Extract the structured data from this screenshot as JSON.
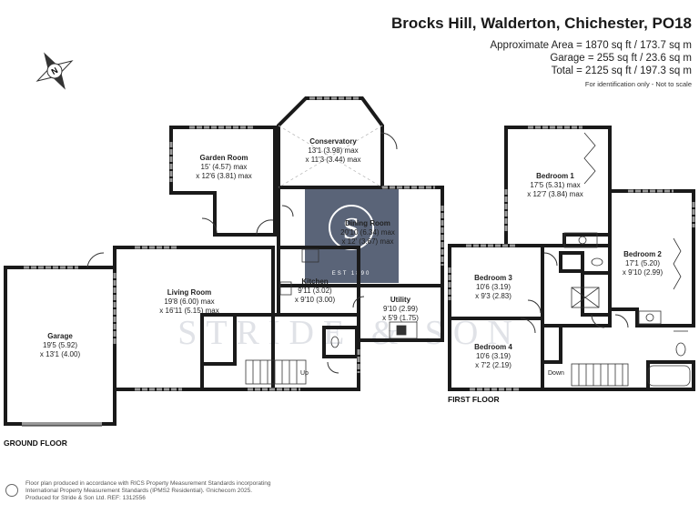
{
  "header": {
    "title": "Brocks Hill, Walderton, Chichester, PO18",
    "approx_area": "Approximate Area = 1870 sq ft / 173.7 sq m",
    "garage_area": "Garage = 255 sq ft / 23.6 sq m",
    "total_area": "Total = 2125 sq ft / 197.3 sq m",
    "note": "For identification only - Not to scale"
  },
  "compass": {
    "letter": "N",
    "icon": "compass-icon"
  },
  "floors": {
    "ground": "GROUND FLOOR",
    "first": "FIRST FLOOR"
  },
  "rooms": {
    "garden_room": {
      "name": "Garden Room",
      "dim1": "15' (4.57) max",
      "dim2": "x 12'6 (3.81) max"
    },
    "conservatory": {
      "name": "Conservatory",
      "dim1": "13'1 (3.98) max",
      "dim2": "x 11'3 (3.44) max"
    },
    "dining_room": {
      "name": "Dining Room",
      "dim1": "20'10 (6.34) max",
      "dim2": "x 12' (3.67) max"
    },
    "kitchen": {
      "name": "Kitchen",
      "dim1": "9'11 (3.02)",
      "dim2": "x 9'10 (3.00)"
    },
    "utility": {
      "name": "Utility",
      "dim1": "9'10 (2.99)",
      "dim2": "x 5'9 (1.75)"
    },
    "living_room": {
      "name": "Living Room",
      "dim1": "19'8 (6.00) max",
      "dim2": "x 16'11 (5.15) max"
    },
    "garage": {
      "name": "Garage",
      "dim1": "19'5 (5.92)",
      "dim2": "x 13'1 (4.00)"
    },
    "bedroom1": {
      "name": "Bedroom 1",
      "dim1": "17'5 (5.31) max",
      "dim2": "x 12'7 (3.84) max"
    },
    "bedroom2": {
      "name": "Bedroom 2",
      "dim1": "17'1 (5.20)",
      "dim2": "x 9'10 (2.99)"
    },
    "bedroom3": {
      "name": "Bedroom 3",
      "dim1": "10'6 (3.19)",
      "dim2": "x 9'3 (2.83)"
    },
    "bedroom4": {
      "name": "Bedroom 4",
      "dim1": "10'6 (3.19)",
      "dim2": "x 7'2 (2.19)"
    }
  },
  "stairs": {
    "up": "Up",
    "down": "Down"
  },
  "watermark": {
    "brand": "STRIDE & SON",
    "est": "EST 1890",
    "logo_letter": "S",
    "logo_color": "#5a6478"
  },
  "footer": {
    "line1": "Floor plan produced in accordance with RICS Property Measurement Standards incorporating",
    "line2": "International Property Measurement Standards (IPMS2 Residential). ©nichecom 2025.",
    "line3": "Produced for Stride & Son Ltd.   REF: 1312556"
  },
  "colors": {
    "wall": "#1a1a1a",
    "window": "#999999",
    "text": "#222222"
  }
}
